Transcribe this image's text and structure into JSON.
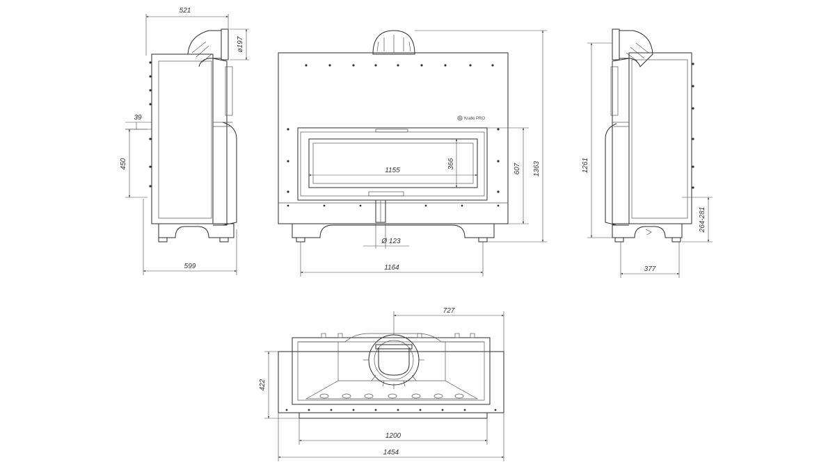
{
  "drawing": {
    "brand_label": "Kratki PRO",
    "side_left": {
      "depth": "599",
      "flue_offset": "521",
      "flue_diameter": "ø197",
      "air_inlet_height": "450",
      "air_inlet_offset": "39"
    },
    "front": {
      "glass_width": "1155",
      "glass_height": "366",
      "frame_height": "607",
      "total_height": "1363",
      "base_width": "1164",
      "air_duct_diameter": "Ø 123"
    },
    "side_right": {
      "height": "1261",
      "leg_range": "264-281",
      "base_depth": "377"
    },
    "top": {
      "flue_offset": "727",
      "depth": "422",
      "inner_width": "1200",
      "total_width": "1454"
    }
  }
}
